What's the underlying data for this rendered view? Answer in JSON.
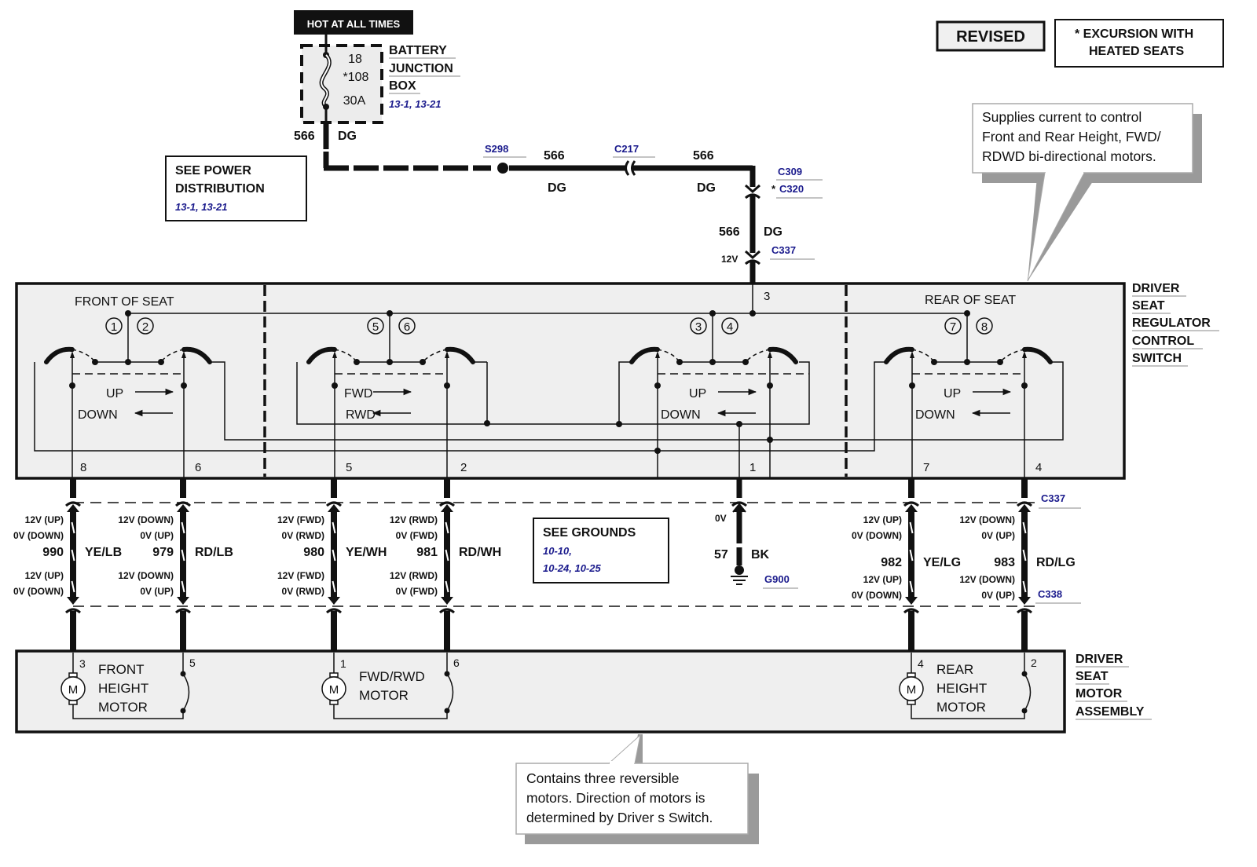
{
  "header": {
    "hot_banner": "HOT AT ALL TIMES",
    "revised": "REVISED",
    "excursion_note": [
      "*  EXCURSION WITH",
      "HEATED SEATS"
    ]
  },
  "battery_junction_box": {
    "fuse_number": "18",
    "fuse_alt": "*108",
    "fuse_rating": "30A",
    "label": [
      "BATTERY",
      "JUNCTION",
      "BOX"
    ],
    "refs": "13-1,  13-21"
  },
  "power_distribution_box": {
    "lines": [
      "SEE POWER",
      "DISTRIBUTION"
    ],
    "refs": "13-1,  13-21"
  },
  "feed_circuit": {
    "circuit": "566",
    "color": "DG",
    "splice": "S298",
    "inline_connector": "C217",
    "connector_a": "C309",
    "connector_b": "C320",
    "connector_b_star": "*",
    "switch_connector": "C337",
    "voltage": "12V",
    "switch_pin": "3"
  },
  "callout_top": {
    "lines": [
      "Supplies current to control",
      "Front and Rear Height, FWD/",
      "RDWD bi-directional motors."
    ]
  },
  "control_switch": {
    "title": [
      "DRIVER",
      "SEAT",
      "REGULATOR",
      "CONTROL",
      "SWITCH"
    ],
    "front_section": "FRONT OF SEAT",
    "rear_section": "REAR OF SEAT",
    "switches": [
      {
        "id": "front-height",
        "positions": [
          "1",
          "2"
        ],
        "labels": [
          "UP",
          "DOWN"
        ]
      },
      {
        "id": "fwd-rwd",
        "positions": [
          "5",
          "6"
        ],
        "labels": [
          "FWD",
          "RWD"
        ]
      },
      {
        "id": "rear-center",
        "positions": [
          "3",
          "4"
        ],
        "labels": [
          "UP",
          "DOWN"
        ]
      },
      {
        "id": "rear-height",
        "positions": [
          "7",
          "8"
        ],
        "labels": [
          "UP",
          "DOWN"
        ]
      }
    ],
    "pins": [
      "8",
      "6",
      "5",
      "2",
      "1",
      "7",
      "4"
    ]
  },
  "wires": [
    {
      "circuit": "990",
      "color": "YE/LB",
      "v_top": [
        "12V (UP)",
        "0V (DOWN)"
      ],
      "v_bottom": [
        "12V (UP)",
        "0V (DOWN)"
      ]
    },
    {
      "circuit": "979",
      "color": "RD/LB",
      "v_top": [
        "12V (DOWN)",
        "0V (UP)"
      ],
      "v_bottom": [
        "12V (DOWN)",
        "0V (UP)"
      ]
    },
    {
      "circuit": "980",
      "color": "YE/WH",
      "v_top": [
        "12V (FWD)",
        "0V (RWD)"
      ],
      "v_bottom": [
        "12V (FWD)",
        "0V (RWD)"
      ]
    },
    {
      "circuit": "981",
      "color": "RD/WH",
      "v_top": [
        "12V (RWD)",
        "0V (FWD)"
      ],
      "v_bottom": [
        "12V (RWD)",
        "0V (FWD)"
      ]
    },
    {
      "circuit": "982",
      "color": "YE/LG",
      "v_top": [
        "12V (UP)",
        "0V (DOWN)"
      ],
      "v_bottom": [
        "12V (UP)",
        "0V (DOWN)"
      ]
    },
    {
      "circuit": "983",
      "color": "RD/LG",
      "v_top": [
        "12V (DOWN)",
        "0V (UP)"
      ],
      "v_bottom": [
        "12V (DOWN)",
        "0V (UP)"
      ]
    }
  ],
  "ground": {
    "voltage": "0V",
    "circuit": "57",
    "color": "BK",
    "ground_point": "G900"
  },
  "grounds_box": {
    "title": "SEE GROUNDS",
    "refs": [
      "10-10,",
      "10-24,   10-25"
    ]
  },
  "connectors": {
    "upper": "C337",
    "lower": "C338"
  },
  "motor_assembly": {
    "title": [
      "DRIVER",
      "SEAT",
      "MOTOR",
      "ASSEMBLY"
    ],
    "motors": [
      {
        "label": [
          "FRONT",
          "HEIGHT",
          "MOTOR"
        ],
        "pin_a": "3",
        "pin_b": "5",
        "symbol": "M"
      },
      {
        "label": [
          "FWD/RWD",
          "MOTOR"
        ],
        "pin_a": "1",
        "pin_b": "6",
        "symbol": "M"
      },
      {
        "label": [
          "REAR",
          "HEIGHT",
          "MOTOR"
        ],
        "pin_a": "4",
        "pin_b": "2",
        "symbol": "M"
      }
    ]
  },
  "callout_bottom": {
    "lines": [
      "Contains three reversible",
      "motors.  Direction of motors is",
      "determined by Driver s Switch."
    ]
  },
  "colors": {
    "ref_blue": "#1a1a8c",
    "component_fill": "#efefef",
    "wire": "#111111"
  }
}
